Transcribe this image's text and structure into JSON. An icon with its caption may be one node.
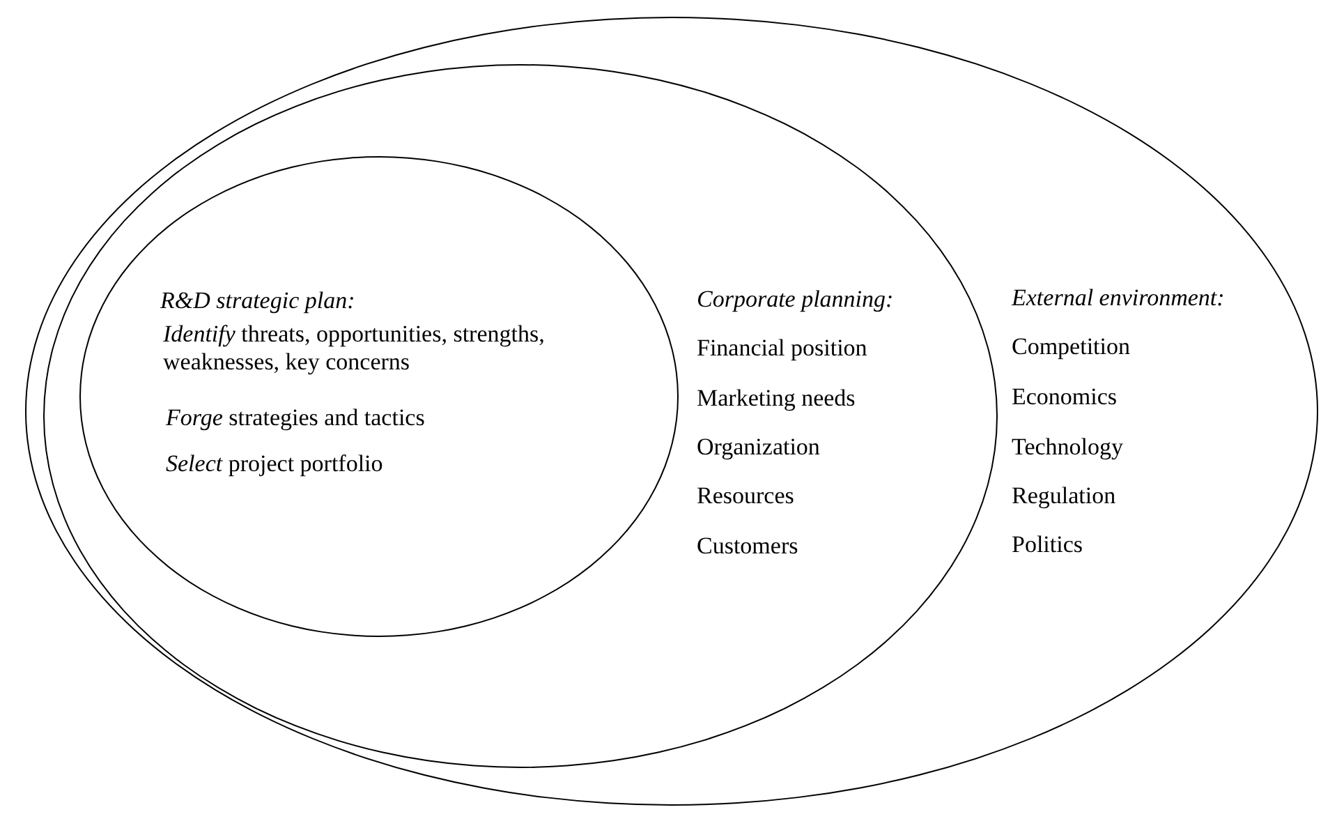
{
  "diagram": {
    "nodes": [
      {
        "text": [
          "External environment:",
          "Competition",
          "Economics",
          "Technology",
          "Regulation",
          "Politics"
        ]
      },
      {
        "text": [
          "Corporate planning:",
          "Financial position",
          "Marketing needs",
          "Organization",
          "Resources",
          "Customers"
        ],
        "in": 0
      },
      {
        "text": [
          "R&D strategic plan:",
          "*Identify* threats, opportunities, strengths, weaknesses, key concerns",
          "*Forge* strategies and tactics",
          "*Select* project portfolio"
        ],
        "in": 1
      }
    ],
    "edges": []
  }
}
